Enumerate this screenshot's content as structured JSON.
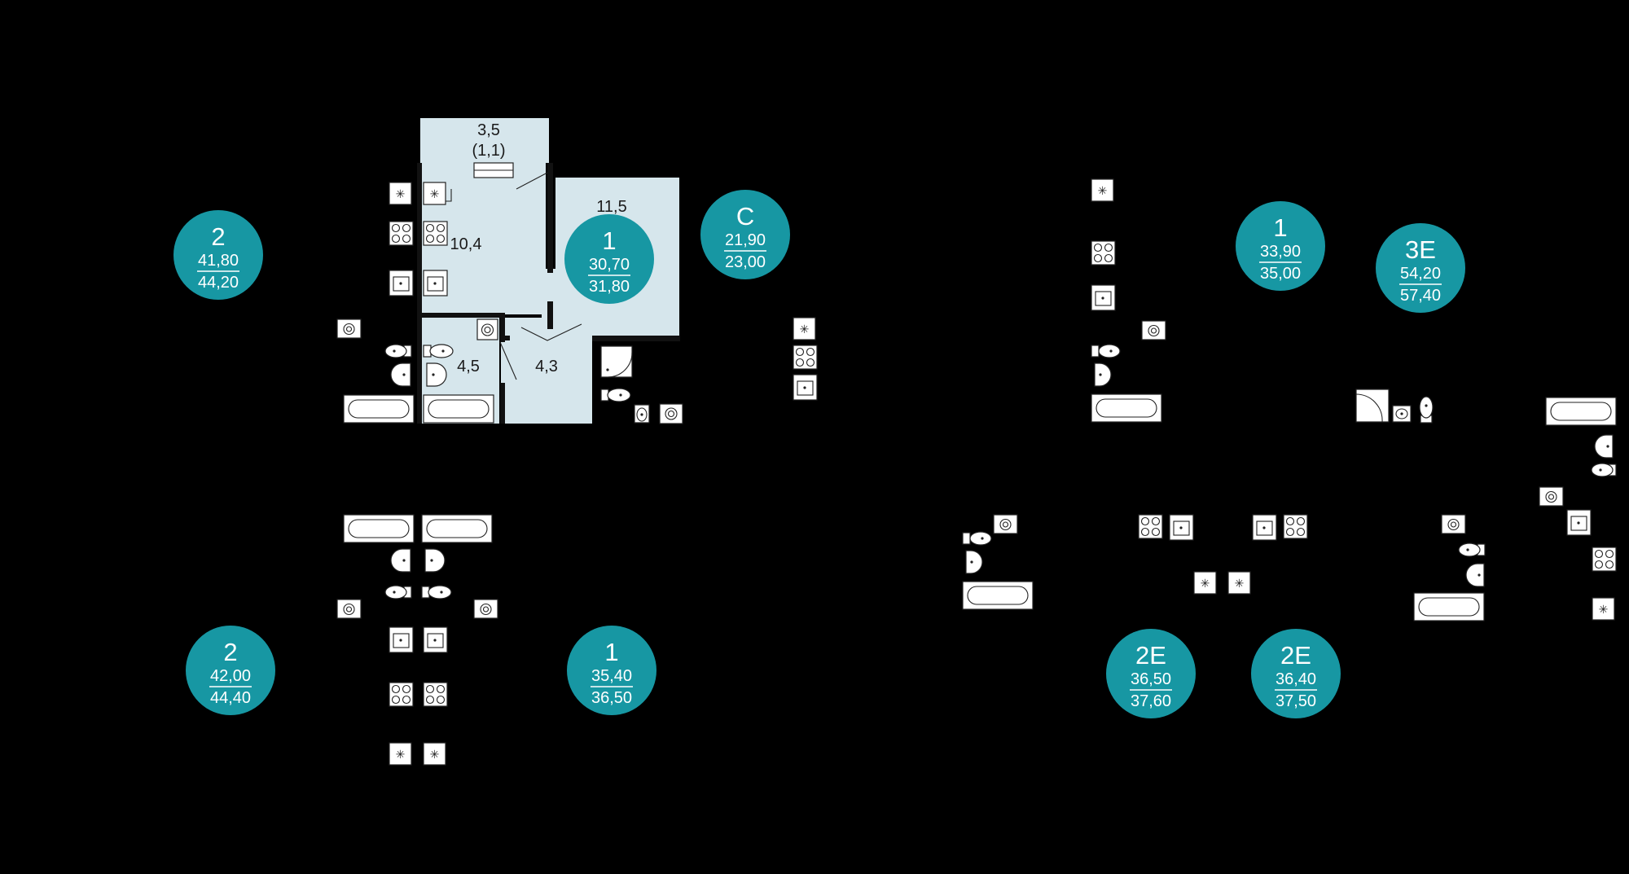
{
  "colors": {
    "background": "#000000",
    "highlight_room": "#d6e6ec",
    "badge": "#1797a3",
    "badge_text": "#ffffff"
  },
  "selected_apartment": {
    "rooms": [
      {
        "label": "3,5"
      },
      {
        "label": "(1,1)"
      },
      {
        "label": "10,4"
      },
      {
        "label": "11,5"
      },
      {
        "label": "4,5"
      },
      {
        "label": "4,3"
      }
    ]
  },
  "apartments": [
    {
      "type": "2",
      "area_living": "41,80",
      "area_total": "44,20"
    },
    {
      "type": "1",
      "area_living": "30,70",
      "area_total": "31,80"
    },
    {
      "type": "C",
      "area_living": "21,90",
      "area_total": "23,00"
    },
    {
      "type": "1",
      "area_living": "33,90",
      "area_total": "35,00"
    },
    {
      "type": "3E",
      "area_living": "54,20",
      "area_total": "57,40"
    },
    {
      "type": "2",
      "area_living": "42,00",
      "area_total": "44,40"
    },
    {
      "type": "1",
      "area_living": "35,40",
      "area_total": "36,50"
    },
    {
      "type": "2E",
      "area_living": "36,50",
      "area_total": "37,60"
    },
    {
      "type": "2E",
      "area_living": "36,40",
      "area_total": "37,50"
    }
  ],
  "fixture_icons": [
    "vent-icon",
    "stove-icon",
    "sink-icon",
    "washer-icon",
    "toilet-icon",
    "washbasin-icon",
    "bathtub-icon",
    "shower-icon"
  ]
}
